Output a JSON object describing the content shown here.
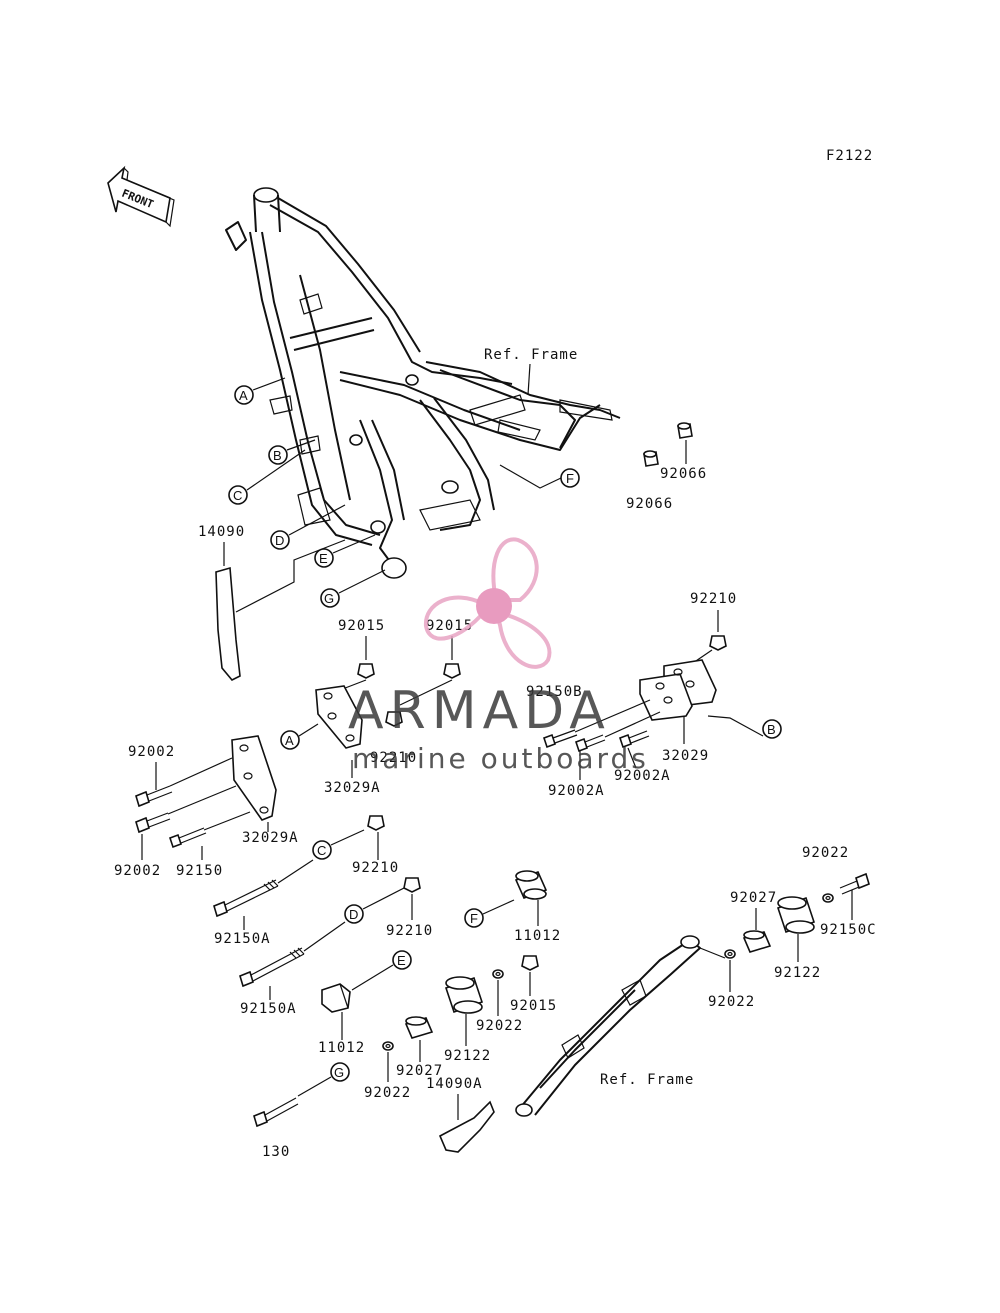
{
  "diagram_code": "F2122",
  "front_label": "FRONT",
  "ref_frame_top": "Ref. Frame",
  "ref_frame_bottom": "Ref. Frame",
  "circled_letters": [
    "A",
    "B",
    "C",
    "D",
    "E",
    "F",
    "G"
  ],
  "parts": {
    "p14090": "14090",
    "p14090A": "14090A",
    "p92066_a": "92066",
    "p92066_b": "92066",
    "p92210_a": "92210",
    "p92210_b": "92210",
    "p92210_c": "92210",
    "p92210_d": "92210",
    "p92015_a": "92015",
    "p92015_b": "92015",
    "p92015_c": "92015",
    "p92150B": "92150B",
    "p32029": "32029",
    "p32029A_a": "32029A",
    "p32029A_b": "32029A",
    "p92002_a": "92002",
    "p92002_b": "92002",
    "p92002A_a": "92002A",
    "p92002A_b": "92002A",
    "p92150": "92150",
    "p92150A_a": "92150A",
    "p92150A_b": "92150A",
    "p92150C": "92150C",
    "p11012_a": "11012",
    "p11012_b": "11012",
    "p92022_a": "92022",
    "p92022_b": "92022",
    "p92022_c": "92022",
    "p92022_d": "92022",
    "p92027_a": "92027",
    "p92027_b": "92027",
    "p92122_a": "92122",
    "p92122_b": "92122",
    "p130": "130"
  },
  "watermark": {
    "brand": "ARMADA",
    "tagline": "marine outboards",
    "logo_color": "#e8a4c4",
    "logo_center_color": "#e58ab4"
  }
}
